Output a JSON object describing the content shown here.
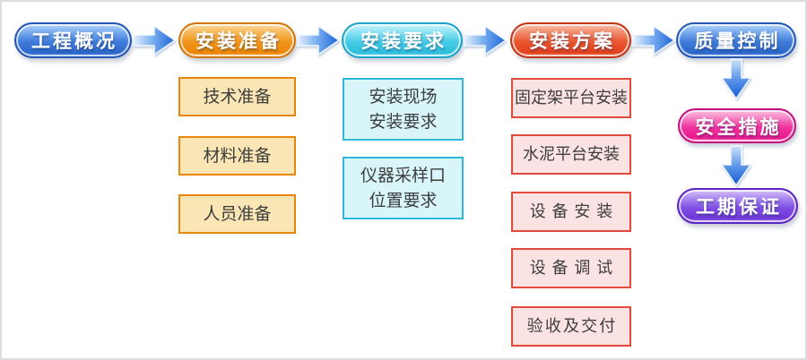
{
  "diagram": {
    "title": "installation process flowchart",
    "top_row": [
      {
        "label": "工程概况",
        "color": "#2f6fd2"
      },
      {
        "label": "安装准备",
        "color": "#f08c10"
      },
      {
        "label": "安装要求",
        "color": "#35c4e2"
      },
      {
        "label": "安装方案",
        "color": "#e8442a"
      },
      {
        "label": "质量控制",
        "color": "#2f6fd2"
      }
    ],
    "side_chain": [
      {
        "label": "安全措施",
        "color": "#ee2496"
      },
      {
        "label": "工期保证",
        "color": "#7a3be0"
      }
    ],
    "preparation_items": [
      {
        "label": "技术准备"
      },
      {
        "label": "材料准备"
      },
      {
        "label": "人员准备"
      }
    ],
    "requirement_items": [
      {
        "label": "安装现场\n安装要求"
      },
      {
        "label": "仪器采样口\n位置要求"
      }
    ],
    "plan_items": [
      {
        "label": "固定架平台安装"
      },
      {
        "label": "水泥平台安装"
      },
      {
        "label": "设备安装"
      },
      {
        "label": "设备调试"
      },
      {
        "label": "验收及交付"
      }
    ],
    "colors": {
      "arrow_blue": "#1b63d8",
      "orange_box_bg": "#fae6b4",
      "orange_box_border": "#e8860f",
      "cyan_box_bg": "#d8f6fa",
      "cyan_box_border": "#30b8dc",
      "pink_box_bg": "#fce3e3",
      "pink_box_border": "#e24a3c"
    }
  }
}
